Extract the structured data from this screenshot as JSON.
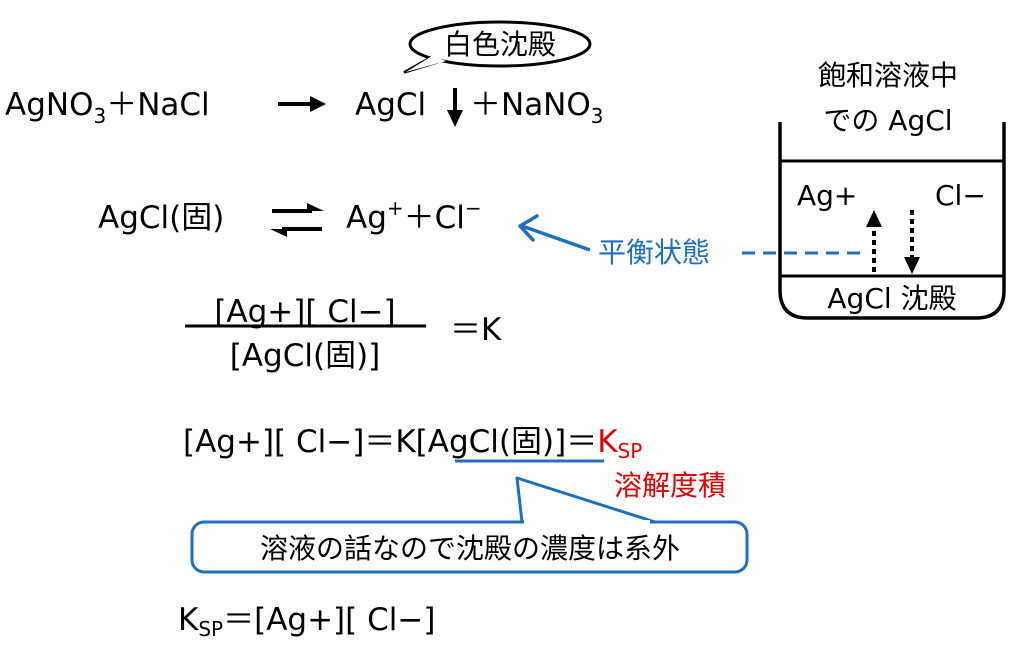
{
  "reaction1": {
    "reactant": "AgNO",
    "reactant_sub": "3",
    "plus": "＋NaCl",
    "product1": "AgCl",
    "product2": "＋NaNO",
    "product2_sub": "3"
  },
  "precipitate_bubble": "白色沈殿",
  "equilibrium": {
    "left": "AgCl(固)",
    "right_ag": "Ag",
    "sup_plus": "+",
    "right_cl": "＋Cl",
    "sup_minus": "−"
  },
  "equilibrium_label": "平衡状態",
  "fraction": {
    "numerator": "[Ag+][ Cl−]",
    "denominator": "[AgCl(固)]",
    "equals": "＝K"
  },
  "ksp_line": {
    "lhs": "[Ag+][ Cl−]＝K",
    "agcl": "[AgCl(固)]",
    "equals": "＝",
    "ksp_k": "K",
    "ksp_sub": "SP"
  },
  "solubility_product_label": "溶解度積",
  "note": "溶液の話なので沈殿の濃度は系外",
  "final": {
    "k": "K",
    "sub": "SP",
    "rhs": "＝[Ag+][ Cl−]"
  },
  "beaker": {
    "title_line1": "飽和溶液中",
    "title_line2": "での AgCl",
    "ion_ag": "Ag+",
    "ion_cl": "Cl−",
    "precipitate": "AgCl 沈殿"
  },
  "colors": {
    "blue": "#1f6fbf",
    "red": "#e00000",
    "black": "#000000"
  }
}
